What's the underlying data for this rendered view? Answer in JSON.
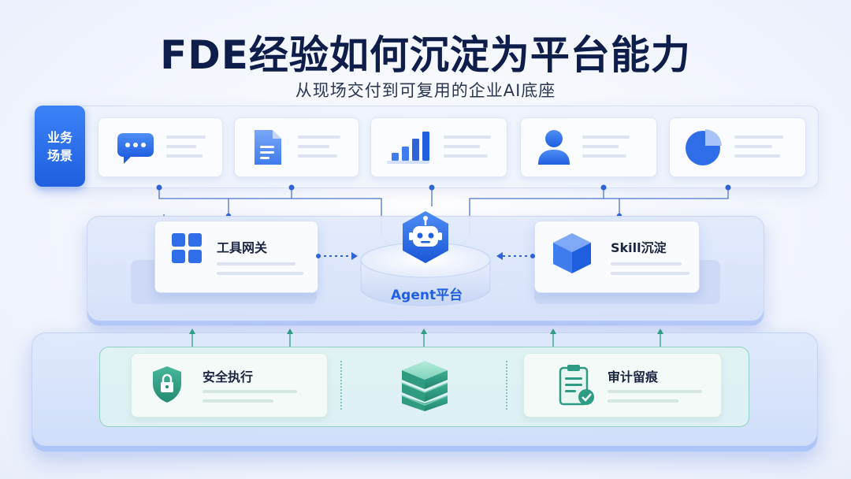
{
  "header": {
    "title": "FDE经验如何沉淀为平台能力",
    "subtitle": "从现场交付到可复用的企业AI底座"
  },
  "business_scene": {
    "label": "业务场景",
    "cards": [
      {
        "icon": "chat-bubble-icon"
      },
      {
        "icon": "document-icon"
      },
      {
        "icon": "bar-chart-icon"
      },
      {
        "icon": "user-icon"
      },
      {
        "icon": "pie-chart-icon"
      }
    ]
  },
  "middle_layer": {
    "tool_gateway": {
      "label": "工具网关",
      "icon": "grid-icon"
    },
    "agent_platform": {
      "label": "Agent平台",
      "icon": "robot-icon"
    },
    "skill": {
      "label": "Skill沉淀",
      "icon": "cube-icon"
    }
  },
  "bottom_layer": {
    "security": {
      "label": "安全执行",
      "icon": "shield-lock-icon"
    },
    "data": {
      "icon": "database-stack-icon"
    },
    "audit": {
      "label": "审计留痕",
      "icon": "clipboard-check-icon"
    }
  },
  "colors": {
    "primary_blue": "#1f5fe0",
    "accent_green": "#2e9c84",
    "title_navy": "#0f1d4a"
  }
}
